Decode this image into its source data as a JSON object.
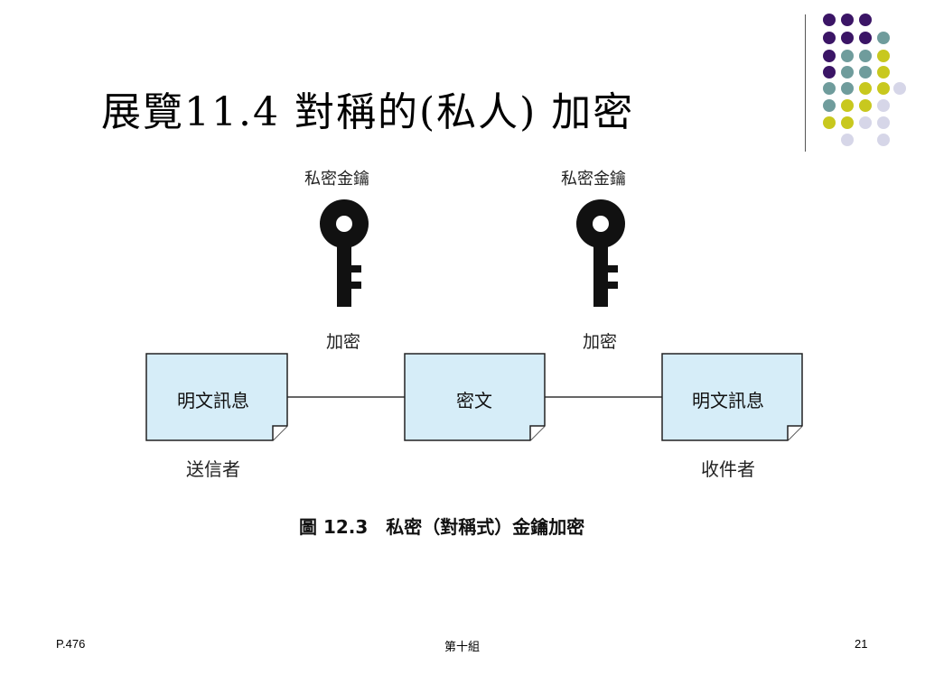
{
  "slide": {
    "title": "展覽11.4 對稱的(私人) 加密"
  },
  "diagram": {
    "key_left_label": "私密金鑰",
    "key_right_label": "私密金鑰",
    "encrypt_left_label": "加密",
    "encrypt_right_label": "加密",
    "box_left_text": "明文訊息",
    "box_middle_text": "密文",
    "box_right_text": "明文訊息",
    "sender_label": "送信者",
    "receiver_label": "收件者",
    "caption": "圖 12.3　私密（對稱式）金鑰加密"
  },
  "footer": {
    "page_ref": "P.476",
    "group": "第十組",
    "slide_number": "21"
  },
  "colors": {
    "purple": "#3b1566",
    "teal": "#6f9c9c",
    "olive": "#c8c81e",
    "lavender": "#d6d6e8",
    "box_fill": "#d6edf8"
  }
}
